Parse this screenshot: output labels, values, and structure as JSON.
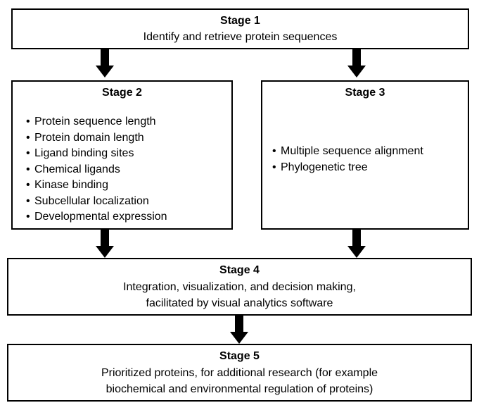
{
  "stages": {
    "stage1": {
      "title": "Stage 1",
      "lines": [
        "Identify and retrieve protein sequences"
      ]
    },
    "stage2": {
      "title": "Stage 2",
      "bullets": [
        "Protein sequence length",
        "Protein domain length",
        "Ligand binding sites",
        "Chemical ligands",
        "Kinase binding",
        "Subcellular localization",
        "Developmental expression"
      ]
    },
    "stage3": {
      "title": "Stage 3",
      "bullets": [
        "Multiple sequence alignment",
        "Phylogenetic tree"
      ]
    },
    "stage4": {
      "title": "Stage 4",
      "lines": [
        "Integration, visualization, and decision making,",
        "facilitated by visual analytics software"
      ]
    },
    "stage5": {
      "title": "Stage 5",
      "lines": [
        "Prioritized proteins, for additional research (for example",
        "biochemical and environmental regulation of proteins)"
      ]
    }
  },
  "colors": {
    "border": "#000000",
    "arrow": "#000000",
    "background": "#ffffff"
  },
  "icons": {
    "arrow": "down-arrow-icon"
  }
}
